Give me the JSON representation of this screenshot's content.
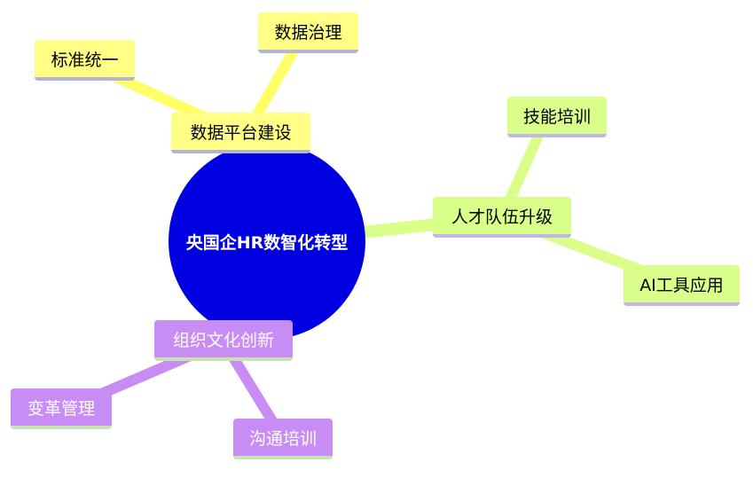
{
  "center": {
    "label": "央国企HR数智化转型",
    "color": "#0000e0"
  },
  "branches": [
    {
      "id": "data",
      "label": "数据平台建设",
      "color": "#ffff85",
      "children": [
        {
          "id": "governance",
          "label": "数据治理"
        },
        {
          "id": "standard",
          "label": "标准统一"
        }
      ]
    },
    {
      "id": "talent",
      "label": "人才队伍升级",
      "color": "#d9ff8a",
      "children": [
        {
          "id": "skill",
          "label": "技能培训"
        },
        {
          "id": "ai",
          "label": "AI工具应用"
        }
      ]
    },
    {
      "id": "culture",
      "label": "组织文化创新",
      "color": "#c88cf5",
      "children": [
        {
          "id": "change",
          "label": "变革管理"
        },
        {
          "id": "comm",
          "label": "沟通培训"
        }
      ]
    }
  ]
}
